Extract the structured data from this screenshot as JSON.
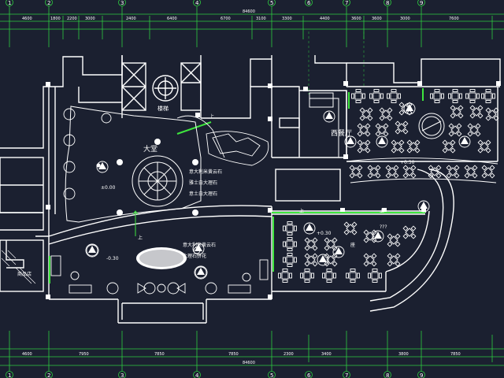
{
  "axes": [
    "1",
    "2",
    "3",
    "4",
    "5",
    "6",
    "7",
    "8",
    "9"
  ],
  "top_dims": [
    "4600",
    "1800",
    "2200",
    "3000",
    "2400",
    "6400",
    "6700",
    "3100",
    "3300",
    "4400",
    "3600",
    "3600",
    "3000",
    "7600"
  ],
  "top_total": "84600",
  "bottom_dims": [
    "4600",
    "7950",
    "7850",
    "7850",
    "2300",
    "3400",
    "3800",
    "7850"
  ],
  "bottom_total": "84600",
  "rooms": {
    "lobby": "大堂",
    "western": "西餐厅",
    "shop": "商品店",
    "stair": "楼梯"
  },
  "levels": {
    "lobby": "±0.00",
    "lower": "-0.30",
    "dining": "+0.30",
    "east": "+0.30"
  },
  "notes": {
    "n1": "意大利米黄云石",
    "n2": "雅士白大理石",
    "n3": "意土白大理石",
    "n4": "意大利米黄云石",
    "n5": "大理石拼花"
  },
  "markers": {
    "up1": "上",
    "up2": "上",
    "up3": "上",
    "up4": "上",
    "seat": "座",
    "q": "???"
  },
  "colors": {
    "background": "#1b2030",
    "wall": "#ffffff",
    "dimension": "#2ecc40",
    "glass": "#3ee63e"
  }
}
